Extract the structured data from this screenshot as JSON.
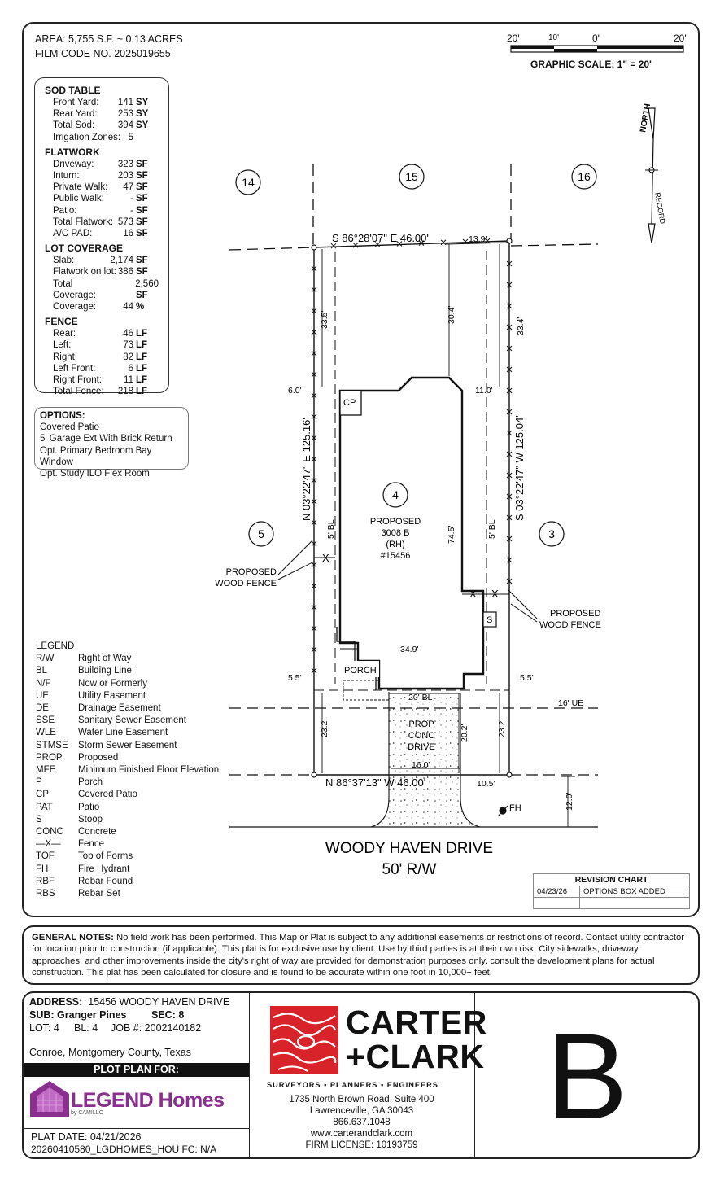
{
  "header": {
    "area": "AREA: 5,755 S.F. ~ 0.13 ACRES",
    "film_code": "FILM CODE NO. 2025019655"
  },
  "scale": {
    "ticks": [
      "20'",
      "10'",
      "0'",
      "20'"
    ],
    "label": "GRAPHIC SCALE: 1\" = 20'"
  },
  "north_arrow": {
    "north": "NORTH",
    "record": "RECORD"
  },
  "sod_table": {
    "sections": [
      {
        "title": "SOD TABLE",
        "rows": [
          {
            "label": "Front Yard:",
            "value": "141",
            "unit": "SY"
          },
          {
            "label": "Rear Yard:",
            "value": "253",
            "unit": "SY"
          },
          {
            "label": "Total Sod:",
            "value": "394",
            "unit": "SY"
          },
          {
            "label": "Irrigation Zones:",
            "value": "5",
            "unit": ""
          }
        ]
      },
      {
        "title": "FLATWORK",
        "rows": [
          {
            "label": "Driveway:",
            "value": "323",
            "unit": "SF"
          },
          {
            "label": "Inturn:",
            "value": "203",
            "unit": "SF"
          },
          {
            "label": "Private Walk:",
            "value": "47",
            "unit": "SF"
          },
          {
            "label": "Public Walk:",
            "value": "-",
            "unit": "SF"
          },
          {
            "label": "Patio:",
            "value": "-",
            "unit": "SF"
          },
          {
            "label": "Total Flatwork:",
            "value": "573",
            "unit": "SF"
          },
          {
            "label": "A/C PAD:",
            "value": "16",
            "unit": "SF"
          }
        ]
      },
      {
        "title": "LOT COVERAGE",
        "rows": [
          {
            "label": "Slab:",
            "value": "2,174",
            "unit": "SF"
          },
          {
            "label": "Flatwork on lot:",
            "value": "386",
            "unit": "SF"
          },
          {
            "label": "Total Coverage:",
            "value": "2,560",
            "unit": "SF"
          },
          {
            "label": "Coverage:",
            "value": "44",
            "unit": "%"
          }
        ]
      },
      {
        "title": "FENCE",
        "rows": [
          {
            "label": "Rear:",
            "value": "46",
            "unit": "LF"
          },
          {
            "label": "Left:",
            "value": "73",
            "unit": "LF"
          },
          {
            "label": "Right:",
            "value": "82",
            "unit": "LF"
          },
          {
            "label": "Left Front:",
            "value": "6",
            "unit": "LF"
          },
          {
            "label": "Right Front:",
            "value": "11",
            "unit": "LF"
          },
          {
            "label": "Total Fence:",
            "value": "218",
            "unit": "LF"
          }
        ]
      }
    ]
  },
  "options": {
    "title": "OPTIONS:",
    "items": [
      "Covered Patio",
      "5' Garage Ext With Brick Return",
      "Opt. Primary Bedroom Bay Window",
      "Opt. Study ILO Flex Room"
    ]
  },
  "legend": {
    "title": "LEGEND",
    "items": [
      {
        "abbr": "R/W",
        "desc": "Right of Way"
      },
      {
        "abbr": "BL",
        "desc": "Building Line"
      },
      {
        "abbr": "N/F",
        "desc": "Now or Formerly"
      },
      {
        "abbr": "UE",
        "desc": "Utility Easement"
      },
      {
        "abbr": "DE",
        "desc": "Drainage Easement"
      },
      {
        "abbr": "SSE",
        "desc": "Sanitary Sewer Easement"
      },
      {
        "abbr": "WLE",
        "desc": "Water Line Easement"
      },
      {
        "abbr": "STMSE",
        "desc": "Storm Sewer Easement"
      },
      {
        "abbr": "PROP",
        "desc": "Proposed"
      },
      {
        "abbr": "MFE",
        "desc": "Minimum Finished Floor Elevation"
      },
      {
        "abbr": "P",
        "desc": "Porch"
      },
      {
        "abbr": "CP",
        "desc": "Covered Patio"
      },
      {
        "abbr": "PAT",
        "desc": "Patio"
      },
      {
        "abbr": "S",
        "desc": "Stoop"
      },
      {
        "abbr": "CONC",
        "desc": "Concrete"
      },
      {
        "abbr": "—X—",
        "desc": "Fence"
      },
      {
        "abbr": "TOF",
        "desc": "Top of Forms"
      },
      {
        "abbr": "FH",
        "desc": "Fire Hydrant"
      },
      {
        "abbr": "RBF",
        "desc": "Rebar Found"
      },
      {
        "abbr": "RBS",
        "desc": "Rebar Set"
      }
    ]
  },
  "plan": {
    "lots": {
      "l14": "14",
      "l15": "15",
      "l16": "16",
      "l5": "5",
      "l3": "3",
      "l4": "4"
    },
    "house": {
      "line1": "PROPOSED",
      "line2": "3008 B",
      "line3": "(RH)",
      "line4": "#15456"
    },
    "bearings": {
      "top": "S 86°28'07\" E  46.00'",
      "bottom": "N 86°37'13\" W  46.00'",
      "left": "N 03°22'47\" E  125.16'",
      "right": "S 03°22'47\" W  125.04'"
    },
    "dims": {
      "d139": "13.9'",
      "d335": "33.5'",
      "d304": "30.4'",
      "d334": "33.4'",
      "d60": "6.0'",
      "d110": "11.0'",
      "d745": "74.5'",
      "d349": "34.9'",
      "d55l": "5.5'",
      "d55r": "5.5'",
      "d232l": "23.2'",
      "d232r": "23.2'",
      "d202": "20.2'",
      "d160": "16.0'",
      "d105": "10.5'",
      "d120": "12.0'",
      "bl_left": "5' BL",
      "bl_right": "5' BL",
      "bl_front": "20' BL",
      "ue": "16' UE"
    },
    "labels": {
      "cp": "CP",
      "s": "S",
      "porch": "PORCH",
      "drive1": "PROP",
      "drive2": "CONC",
      "drive3": "DRIVE",
      "fence_l1": "PROPOSED",
      "fence_l2": "WOOD FENCE",
      "fence_r1": "PROPOSED",
      "fence_r2": "WOOD FENCE",
      "fh": "FH",
      "x": "X"
    },
    "street": {
      "name": "WOODY HAVEN DRIVE",
      "row": "50' R/W"
    }
  },
  "revision": {
    "title": "REVISION CHART",
    "rows": [
      {
        "date": "04/23/26",
        "desc": "OPTIONS BOX ADDED"
      }
    ]
  },
  "notes": {
    "label": "GENERAL NOTES:",
    "text": " No field work has been performed. This Map or Plat is subject to any additional easements or restrictions of record. Contact utility contractor for location prior to construction (if applicable). This plat is for exclusive use by client. Use by third parties is at their own risk. City sidewalks, driveway approaches, and other improvements inside the city's right of way are provided for demonstration purposes only. consult the development plans for actual construction. This plat has been calculated for closure and is found to be accurate within one foot in 10,000+ feet."
  },
  "titleblock": {
    "address_label": "ADDRESS:",
    "address": "15456 WOODY HAVEN DRIVE",
    "sub": "SUB: Granger Pines",
    "sec": "SEC: 8",
    "lot": "LOT: 4",
    "bl": "BL: 4",
    "job": "JOB #: 2002140182",
    "county": "Conroe, Montgomery County, Texas",
    "plot_plan_for": "PLOT PLAN FOR:",
    "builder": "LEGEND Homes",
    "builder_sub": "by CAMILLO",
    "plat_date": "PLAT DATE:  04/21/2026",
    "file": "20260410580_LGDHOMES_HOU  FC: N/A"
  },
  "surveyor": {
    "name1": "CARTER",
    "name2": "+CLARK",
    "tagline": "SURVEYORS ▪ PLANNERS ▪ ENGINEERS",
    "addr1": "1735 North Brown Road, Suite 400",
    "addr2": "Lawrenceville, GA 30043",
    "phone": "866.637.1048",
    "web": "www.carterandclark.com",
    "license": "FIRM LICENSE: 10193759"
  },
  "elevation": "B",
  "colors": {
    "carter_red": "#d8232a",
    "legend_purple": "#8a2f8f",
    "ink": "#111111"
  }
}
